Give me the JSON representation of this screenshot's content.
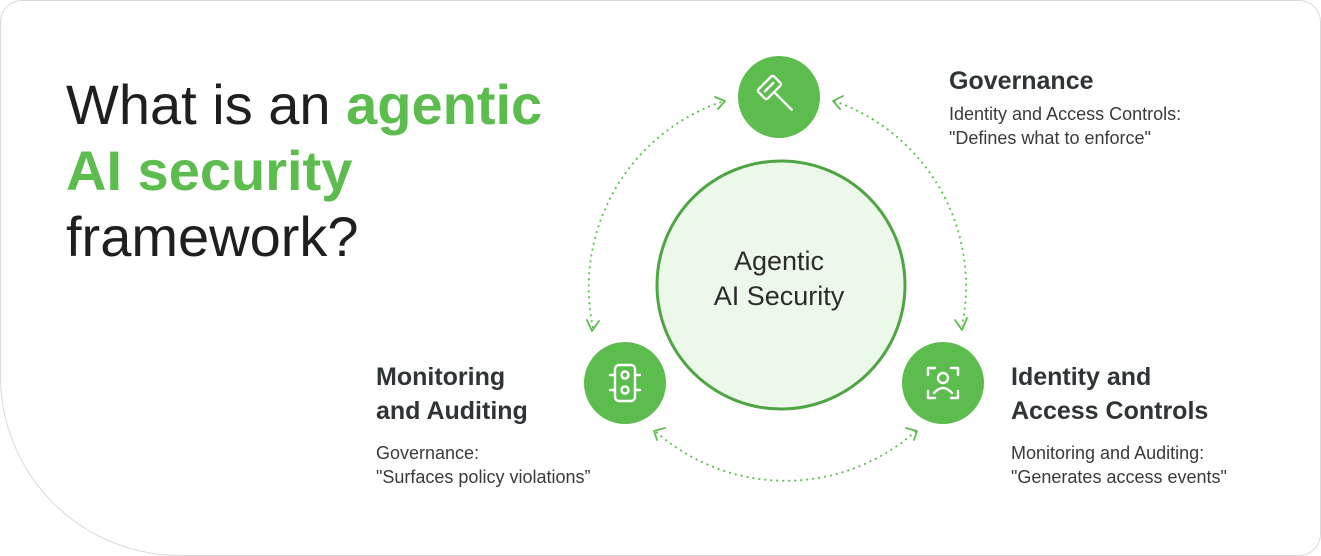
{
  "headline": {
    "line1_plain": "What is an ",
    "line1_accent": "agentic",
    "line2_accent": "AI security",
    "line3_plain": "framework?"
  },
  "center": {
    "line1": "Agentic",
    "line2": "AI Security"
  },
  "nodes": [
    {
      "title": "Governance",
      "desc_line1": "Identity and Access Controls:",
      "desc_line2": "\"Defines what to enforce\"",
      "icon": "gavel-icon"
    },
    {
      "title_line1": "Identity and",
      "title_line2": "Access Controls",
      "desc_line1": "Monitoring and Auditing:",
      "desc_line2": "\"Generates access events\"",
      "icon": "user-scan-icon"
    },
    {
      "title_line1": "Monitoring",
      "title_line2": "and Auditing",
      "desc_line1": "Governance:",
      "desc_line2": "\"Surfaces policy violations”",
      "icon": "traffic-light-icon"
    }
  ],
  "colors": {
    "accent": "#5cbd4e",
    "center_fill": "#ecf8ea",
    "text": "#2b2b2b"
  }
}
